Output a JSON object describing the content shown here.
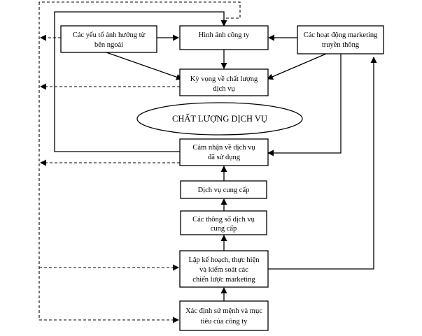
{
  "colors": {
    "stroke": "#000000",
    "background": "#ffffff"
  },
  "nodes": {
    "external_factors": {
      "line1": "Các yếu tố ảnh hưởng từ",
      "line2": "bên ngoài"
    },
    "company_image": {
      "line1": "Hình ảnh công ty"
    },
    "marketing_comm": {
      "line1": "Các hoạt động marketing",
      "line2": "truyền thông"
    },
    "expectation": {
      "line1": "Kỳ vọng về chất lượng",
      "line2": "dịch vụ"
    },
    "service_quality": {
      "line1": "CHẤT LƯỢNG DỊCH VỤ"
    },
    "perception": {
      "line1": "Cảm nhận về dịch vụ",
      "line2": "đã sử dụng"
    },
    "service_delivered": {
      "line1": "Dịch vụ cung cấp"
    },
    "service_specs": {
      "line1": "Các thông số dịch vụ",
      "line2": "cung cấp"
    },
    "planning": {
      "line1": "Lập kế hoạch, thực hiện",
      "line2": "và kiểm soát các",
      "line3": "chiến lược marketing"
    },
    "mission": {
      "line1": "Xác định sứ mệnh và mục",
      "line2": "tiêu của công ty"
    }
  }
}
